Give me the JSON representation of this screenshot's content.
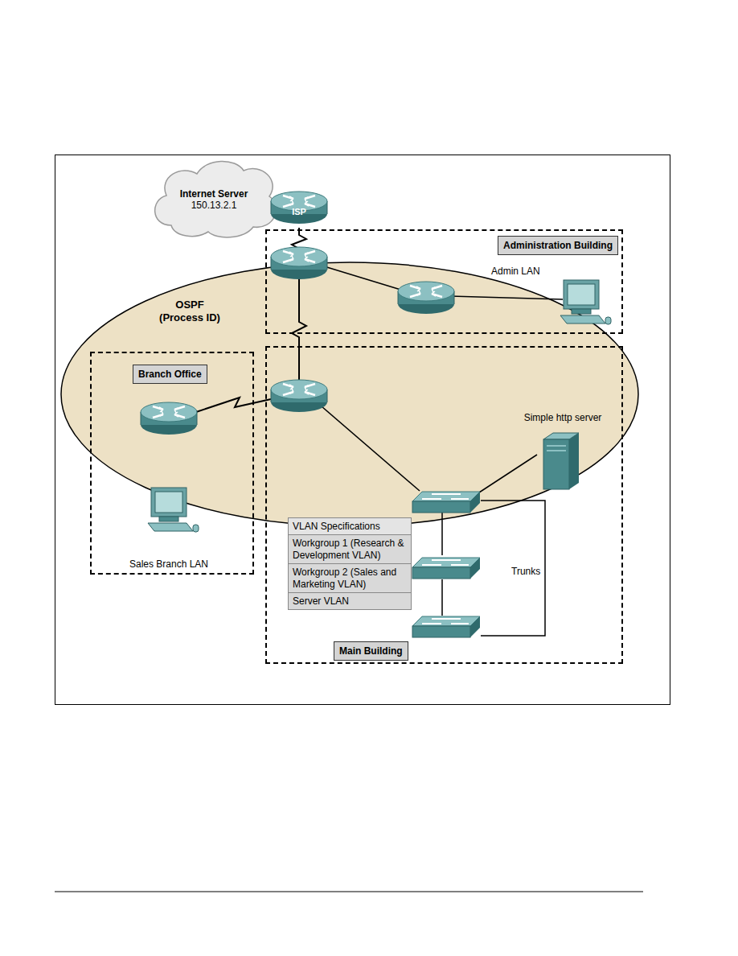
{
  "diagram": {
    "nodes": [
      {
        "text": [
          "OSPF (Process ID)"
        ]
      },
      {
        "text": [
          "Internet Server",
          "150.13.2.1"
        ]
      },
      {
        "text": [
          "ISP"
        ]
      },
      {
        "text": [
          "Administration Building"
        ]
      },
      {
        "text": [
          "Branch Office"
        ]
      },
      {
        "text": [
          "Main Building"
        ]
      },
      {
        "text": [
          "Sales Branch LAN"
        ],
        "in": 4
      },
      {
        "text": [
          "Simple http server"
        ],
        "in": 5
      }
    ],
    "labels": [
      "Admin LAN",
      "VLAN Specifications",
      "Workgroup 1 (Research & Development VLAN)",
      "Workgroup 2 (Sales and Marketing VLAN)",
      "Server VLAN",
      "Trunks"
    ]
  }
}
